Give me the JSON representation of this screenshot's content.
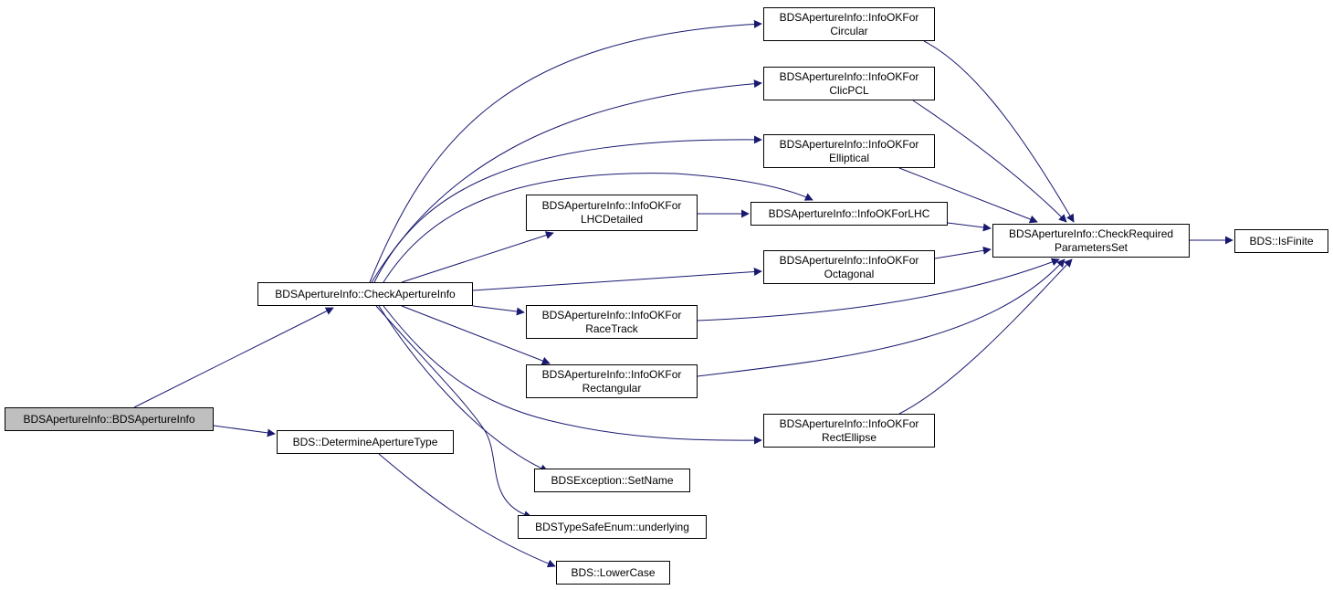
{
  "graph": {
    "edge_color": "#191970",
    "root_fill": "#bfbfbf",
    "nodes": {
      "root": [
        "BDSApertureInfo::BDSApertureInfo"
      ],
      "check_aperture": [
        "BDSApertureInfo::CheckApertureInfo"
      ],
      "determine_type": [
        "BDS::DetermineApertureType"
      ],
      "circular": [
        "BDSApertureInfo::InfoOKFor",
        "Circular"
      ],
      "clicpcl": [
        "BDSApertureInfo::InfoOKFor",
        "ClicPCL"
      ],
      "elliptical": [
        "BDSApertureInfo::InfoOKFor",
        "Elliptical"
      ],
      "lhcdetailed": [
        "BDSApertureInfo::InfoOKFor",
        "LHCDetailed"
      ],
      "lhc": [
        "BDSApertureInfo::InfoOKForLHC"
      ],
      "octagonal": [
        "BDSApertureInfo::InfoOKFor",
        "Octagonal"
      ],
      "racetrack": [
        "BDSApertureInfo::InfoOKFor",
        "RaceTrack"
      ],
      "rectangular": [
        "BDSApertureInfo::InfoOKFor",
        "Rectangular"
      ],
      "rectellipse": [
        "BDSApertureInfo::InfoOKFor",
        "RectEllipse"
      ],
      "setname": [
        "BDSException::SetName"
      ],
      "underlying": [
        "BDSTypeSafeEnum::underlying"
      ],
      "lowercase": [
        "BDS::LowerCase"
      ],
      "checkrequired": [
        "BDSApertureInfo::CheckRequired",
        "ParametersSet"
      ],
      "isfinite": [
        "BDS::IsFinite"
      ]
    },
    "edges": [
      [
        "root",
        "check_aperture"
      ],
      [
        "root",
        "determine_type"
      ],
      [
        "check_aperture",
        "circular"
      ],
      [
        "check_aperture",
        "clicpcl"
      ],
      [
        "check_aperture",
        "elliptical"
      ],
      [
        "check_aperture",
        "lhcdetailed"
      ],
      [
        "check_aperture",
        "lhc"
      ],
      [
        "check_aperture",
        "octagonal"
      ],
      [
        "check_aperture",
        "racetrack"
      ],
      [
        "check_aperture",
        "rectangular"
      ],
      [
        "check_aperture",
        "rectellipse"
      ],
      [
        "check_aperture",
        "setname"
      ],
      [
        "check_aperture",
        "underlying"
      ],
      [
        "determine_type",
        "lowercase"
      ],
      [
        "lhcdetailed",
        "lhc"
      ],
      [
        "circular",
        "checkrequired"
      ],
      [
        "clicpcl",
        "checkrequired"
      ],
      [
        "elliptical",
        "checkrequired"
      ],
      [
        "lhc",
        "checkrequired"
      ],
      [
        "octagonal",
        "checkrequired"
      ],
      [
        "racetrack",
        "checkrequired"
      ],
      [
        "rectangular",
        "checkrequired"
      ],
      [
        "rectellipse",
        "checkrequired"
      ],
      [
        "checkrequired",
        "isfinite"
      ]
    ]
  }
}
